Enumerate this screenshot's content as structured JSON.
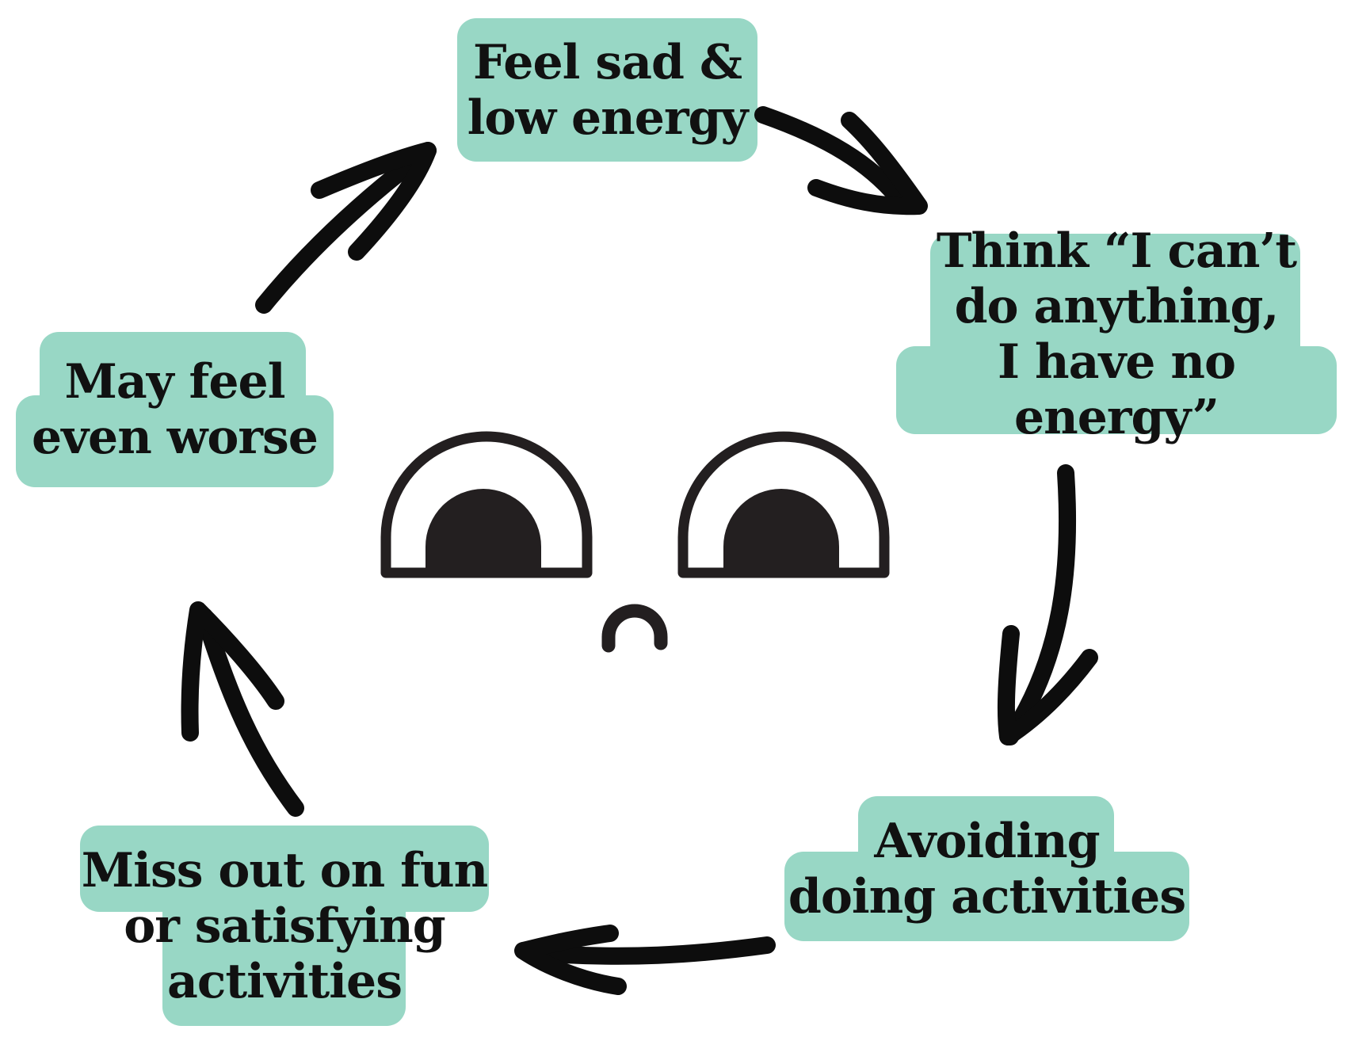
{
  "colors": {
    "box_fill": "#98d7c5",
    "ink": "#0d0d0d",
    "pupil": "#231f20"
  },
  "nodes": [
    {
      "id": "feel-sad",
      "text": "Feel sad &\nlow energy"
    },
    {
      "id": "think",
      "text": "Think “I can’t\ndo anything,\nI have no energy”"
    },
    {
      "id": "avoiding",
      "text": "Avoiding\ndoing activities"
    },
    {
      "id": "miss-out",
      "text": "Miss out on fun\nor satisfying\nactivities"
    },
    {
      "id": "may-feel",
      "text": "May feel\neven worse"
    }
  ],
  "cycle": [
    {
      "from": "feel-sad",
      "to": "think"
    },
    {
      "from": "think",
      "to": "avoiding"
    },
    {
      "from": "avoiding",
      "to": "miss-out"
    },
    {
      "from": "miss-out",
      "to": "may-feel"
    },
    {
      "from": "may-feel",
      "to": "feel-sad"
    }
  ],
  "center_icon": "sad-face-icon"
}
